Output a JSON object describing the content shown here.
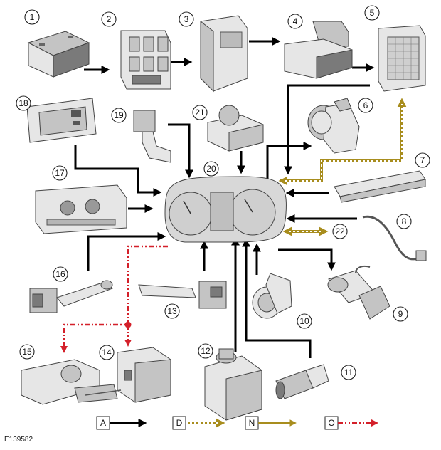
{
  "components": [
    {
      "id": "1",
      "label": "1"
    },
    {
      "id": "2",
      "label": "2"
    },
    {
      "id": "3",
      "label": "3"
    },
    {
      "id": "4",
      "label": "4"
    },
    {
      "id": "5",
      "label": "5"
    },
    {
      "id": "6",
      "label": "6"
    },
    {
      "id": "7",
      "label": "7"
    },
    {
      "id": "8",
      "label": "8"
    },
    {
      "id": "9",
      "label": "9"
    },
    {
      "id": "10",
      "label": "10"
    },
    {
      "id": "11",
      "label": "11"
    },
    {
      "id": "12",
      "label": "12"
    },
    {
      "id": "13",
      "label": "13"
    },
    {
      "id": "14",
      "label": "14"
    },
    {
      "id": "15",
      "label": "15"
    },
    {
      "id": "16",
      "label": "16"
    },
    {
      "id": "17",
      "label": "17"
    },
    {
      "id": "18",
      "label": "18"
    },
    {
      "id": "19",
      "label": "19"
    },
    {
      "id": "20",
      "label": "20"
    },
    {
      "id": "21",
      "label": "21"
    },
    {
      "id": "22",
      "label": "22"
    }
  ],
  "legend": [
    {
      "key": "A",
      "label": "A",
      "line_type": "solid",
      "color": "#000000"
    },
    {
      "key": "D",
      "label": "D",
      "line_type": "dashed",
      "color": "#a88d1e"
    },
    {
      "key": "N",
      "label": "N",
      "line_type": "solid",
      "color": "#a88d1e"
    },
    {
      "key": "O",
      "label": "O",
      "line_type": "dash-dot",
      "color": "#d4202a"
    }
  ],
  "reference": "E139582",
  "colors": {
    "line_a": "#000000",
    "line_d": "#a88d1e",
    "line_n": "#a88d1e",
    "line_o": "#d4202a",
    "component_fill": "#d0d0d0"
  }
}
